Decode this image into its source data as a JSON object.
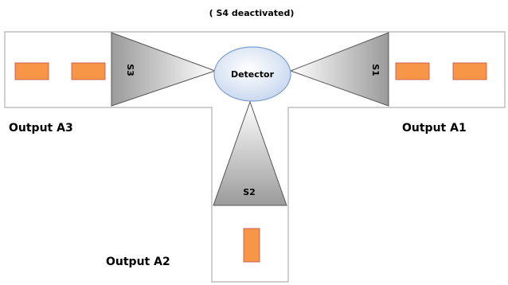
{
  "diagram": {
    "caption": "( S4 deactivated)",
    "detector_label": "Detector",
    "sorters": {
      "s1": "S1",
      "s2": "S2",
      "s3": "S3"
    },
    "outputs": {
      "a1": "Output A1",
      "a2": "Output A2",
      "a3": "Output A3"
    }
  },
  "colors": {
    "channel_border": "#b0b0b0",
    "item_fill": "#f79646",
    "item_stroke": "#c0504d",
    "sorter_light": "#ffffff",
    "sorter_dark": "#9a9a9a",
    "detector_fill": "#dbe5f1",
    "detector_stroke": "#7f9fcf"
  }
}
